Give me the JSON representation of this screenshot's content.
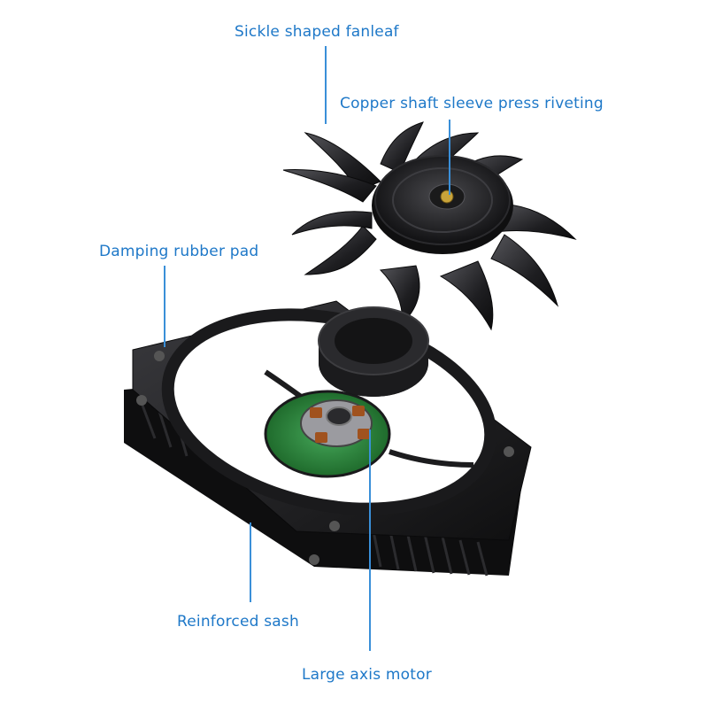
{
  "labels": {
    "fanleaf": "Sickle shaped fanleaf",
    "copper": "Copper shaft sleeve press riveting",
    "damping": "Damping rubber pad",
    "sash": "Reinforced sash",
    "motor": "Large axis motor"
  },
  "colors": {
    "label": "#1e78c8",
    "leader": "#3a8fd8",
    "background": "#ffffff",
    "plastic": "#1c1c1e",
    "pcb": "#2e8b3e",
    "copper": "#a0521e"
  }
}
